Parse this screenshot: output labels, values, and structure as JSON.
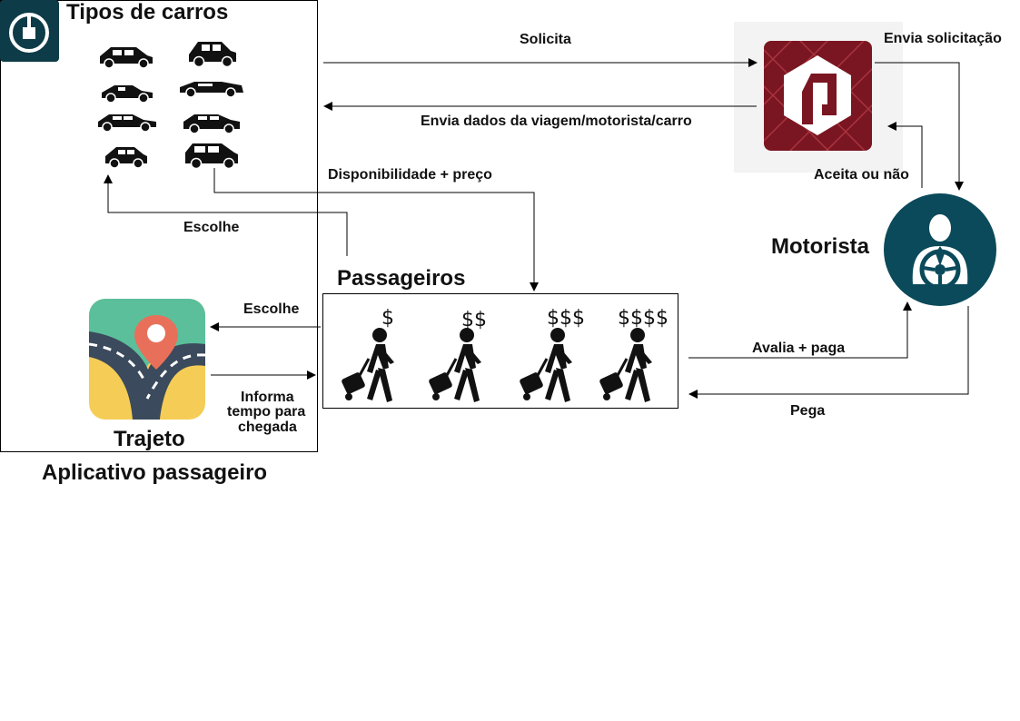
{
  "app": {
    "title": "Aplicativo passageiro",
    "car_types_title": "Tipos de carros",
    "route_title": "Trajeto"
  },
  "passengers": {
    "title": "Passageiros",
    "price_tiers": [
      "$",
      "$$",
      "$$$",
      "$$$$"
    ]
  },
  "driver": {
    "title": "Motorista"
  },
  "edges": {
    "solicita": "Solicita",
    "envia_dados": "Envia dados da viagem/motorista/carro",
    "envia_solicitacao": "Envia solicitação",
    "aceita_ou_nao": "Aceita ou não",
    "disponibilidade": "Disponibilidade + preço",
    "escolhe_carro": "Escolhe",
    "escolhe_trajeto": "Escolhe",
    "informa_tempo_l1": "Informa",
    "informa_tempo_l2": "tempo para",
    "informa_tempo_l3": "chegada",
    "avalia_paga": "Avalia + paga",
    "pega": "Pega"
  },
  "colors": {
    "uber_bg": "#0d3b47",
    "server_bg": "#7a1621",
    "driver_bg": "#0a4a5a",
    "map_green": "#5bbf9b",
    "map_yellow": "#f5cd56",
    "map_road": "#3b4a5c",
    "pin": "#e8705a"
  }
}
